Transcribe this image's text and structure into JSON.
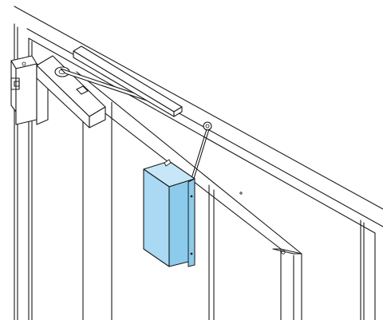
{
  "diagram": {
    "kind": "technical line drawing",
    "colors": {
      "line": "#1a1a1a",
      "background": "#ffffff",
      "box_front": "#a9d9f3",
      "box_side": "#8ccbec",
      "box_top": "#c7e7f8"
    },
    "components": [
      "door-frame",
      "door-leaf",
      "door-closer-body",
      "closer-mounting-bracket",
      "closer-arm",
      "closer-track",
      "cable-anchor",
      "cable",
      "electrical-box"
    ]
  }
}
